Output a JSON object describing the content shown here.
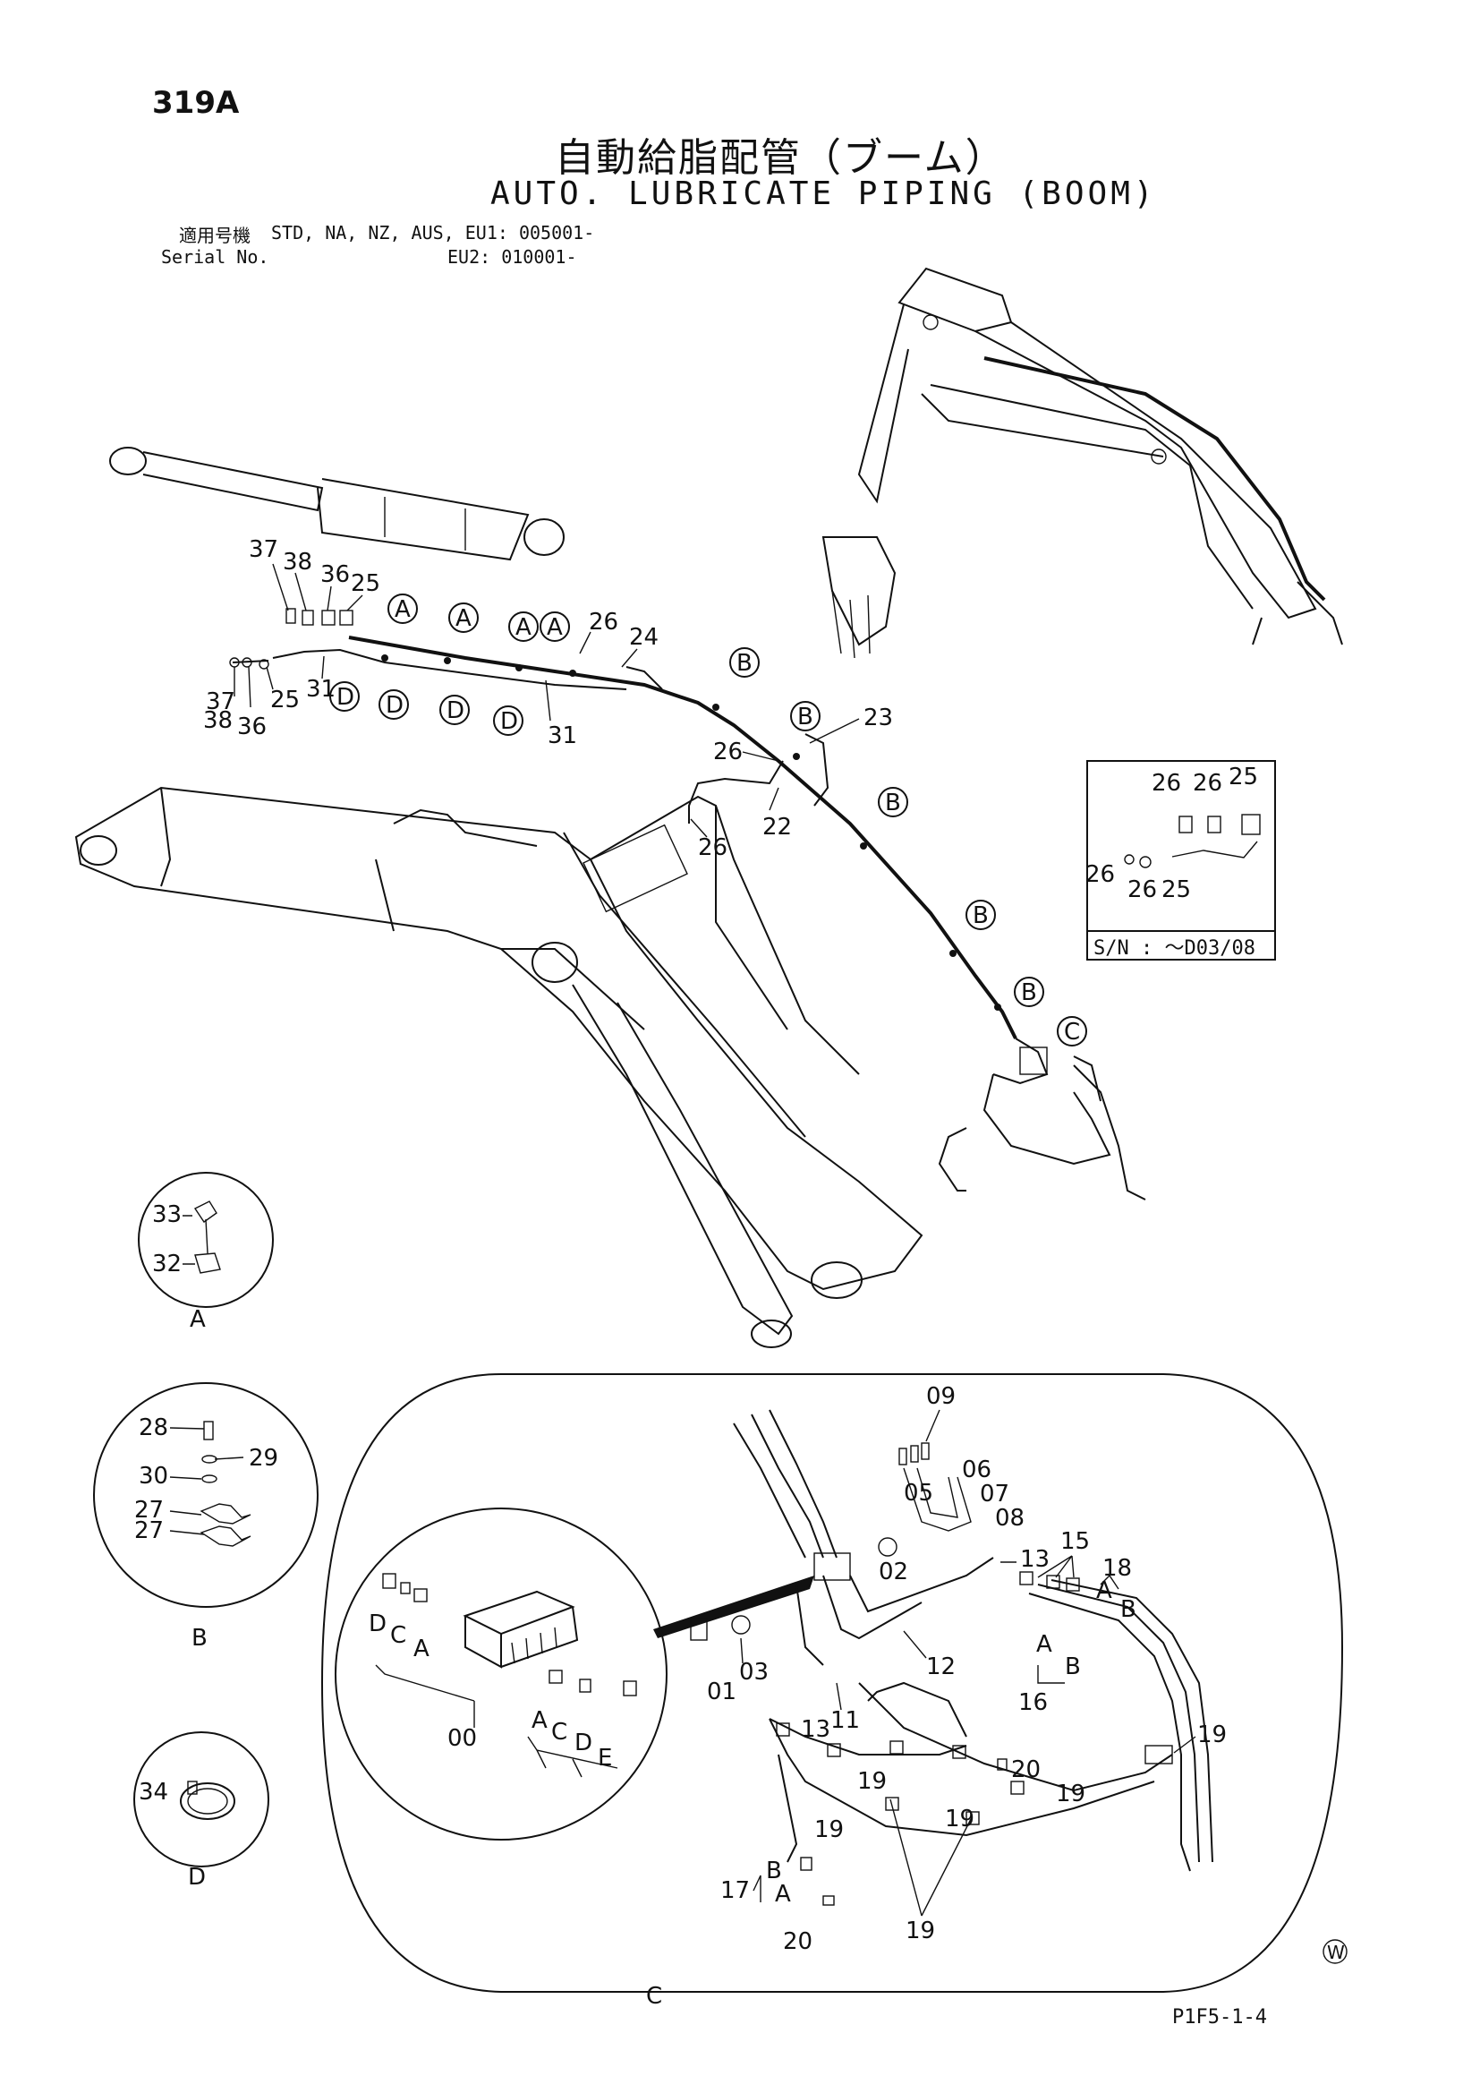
{
  "header": {
    "page_no": "319A",
    "title_ja": "自動給脂配管（ブーム）",
    "title_en": "AUTO. LUBRICATE PIPING (BOOM)",
    "serial_label_ja": "適用号機",
    "serial_line1": "STD, NA, NZ, AUS, EU1: 005001-",
    "serial_label_en": "Serial No.",
    "serial_line2": "EU2: 010001-"
  },
  "callouts": {
    "A": "A",
    "B": "B",
    "C": "C",
    "D": "D",
    "E": "E"
  },
  "part_numbers": {
    "p00": "00",
    "p01": "01",
    "p02": "02",
    "p03": "03",
    "p05": "05",
    "p06": "06",
    "p07": "07",
    "p08": "08",
    "p09": "09",
    "p11": "11",
    "p12": "12",
    "p13": "13",
    "p15": "15",
    "p16": "16",
    "p17": "17",
    "p18": "18",
    "p19": "19",
    "p20": "20",
    "p22": "22",
    "p23": "23",
    "p24": "24",
    "p25": "25",
    "p26": "26",
    "p27": "27",
    "p28": "28",
    "p29": "29",
    "p30": "30",
    "p31": "31",
    "p32": "32",
    "p33": "33",
    "p34": "34",
    "p36": "36",
    "p37": "37",
    "p38": "38"
  },
  "inset": {
    "serial_note": "S/N : ～D03/08"
  },
  "detail_labels": {
    "A": "A",
    "B": "B",
    "C": "C",
    "D": "D"
  },
  "footer": {
    "code": "P1F5-1-4",
    "mark": "W"
  }
}
